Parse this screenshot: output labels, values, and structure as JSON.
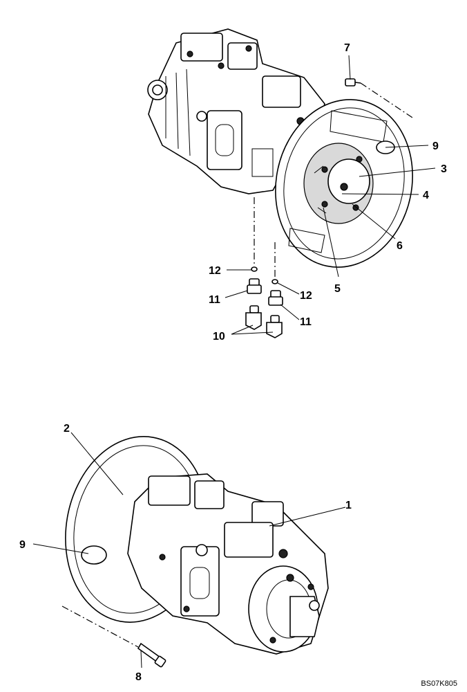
{
  "callouts": {
    "c1": "1",
    "c2": "2",
    "c3": "3",
    "c4": "4",
    "c5": "5",
    "c6": "6",
    "c7": "7",
    "c8": "8",
    "c9_top": "9",
    "c9_bottom": "9",
    "c10": "10",
    "c11_left": "11",
    "c11_right": "11",
    "c12_left": "12",
    "c12_right": "12"
  },
  "reference_code": "BS07K805"
}
